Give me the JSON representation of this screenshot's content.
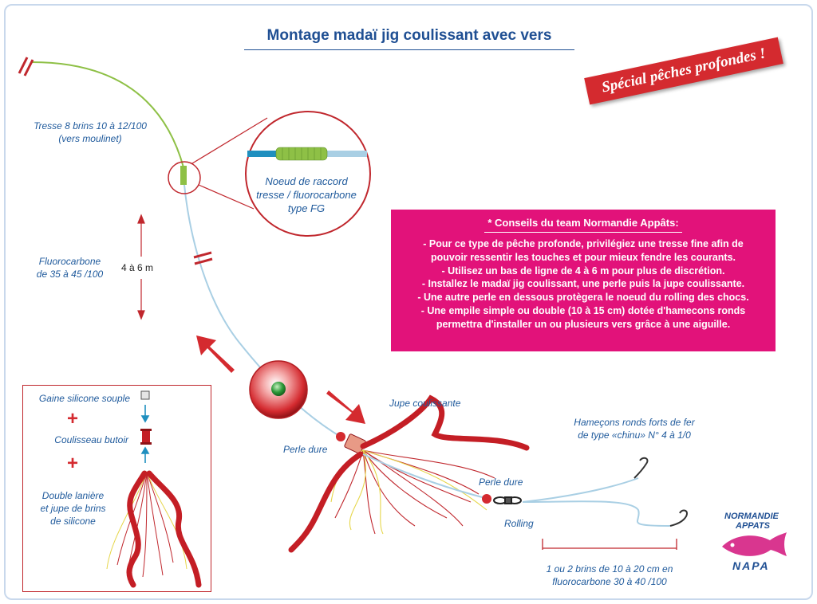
{
  "title": "Montage madaï jig coulissant avec vers",
  "banner": "Spécial pêches profondes !",
  "labels": {
    "braid_line1": "Tresse 8 brins 10 à 12/100",
    "braid_line2": "(vers moulinet)",
    "fluoro_line1": "Fluorocarbone",
    "fluoro_line2": "de 35 à 45 /100",
    "length": "4 à 6 m",
    "knot_line1": "Noeud de raccord",
    "knot_line2": "tresse / fluorocarbone",
    "knot_line3": "type FG",
    "skirt": "Jupe coulissante",
    "bead_upper": "Perle dure",
    "bead_lower": "Perle dure",
    "rolling": "Rolling",
    "hooks_line1": "Hameçons ronds forts de fer",
    "hooks_line2": "de type «chinu» N° 4 à 1/0",
    "leader_line1": "1 ou 2 brins de 10 à 20 cm en",
    "leader_line2": "fluorocarbone 30 à 40 /100"
  },
  "tips": {
    "heading": "* Conseils du team Normandie Appâts:",
    "lines": [
      "- Pour ce type de pêche profonde, privilégiez une tresse fine afin de",
      "pouvoir ressentir les touches et pour mieux fendre les courants.",
      "- Utilisez un bas de ligne de 4 à 6 m pour plus de discrétion.",
      "- Installez le madaï jig coulissant, une perle puis la jupe coulissante.",
      "- Une autre perle en dessous protègera le noeud du rolling des chocs.",
      "- Une empile simple ou double (10 à 15 cm) dotée d'hamecons ronds",
      "permettra d'installer un ou plusieurs vers grâce à une aiguille."
    ]
  },
  "inset": {
    "sheath": "Gaine silicone souple",
    "plus1": "+",
    "stopper": "Coulisseau butoir",
    "plus2": "+",
    "skirt_line1": "Double lanière",
    "skirt_line2": "et jupe de brins",
    "skirt_line3": "de silicone"
  },
  "logo": {
    "top": "NORMANDIE",
    "middle": "APPATS",
    "bottom": "NAPA"
  },
  "colors": {
    "accent_red": "#d42a2f",
    "tips_pink": "#e2127a",
    "title_blue": "#1f4f93",
    "label_blue": "#1f5a9c",
    "braid_green": "#8ec046",
    "leader_blue": "#a9cfe4"
  }
}
